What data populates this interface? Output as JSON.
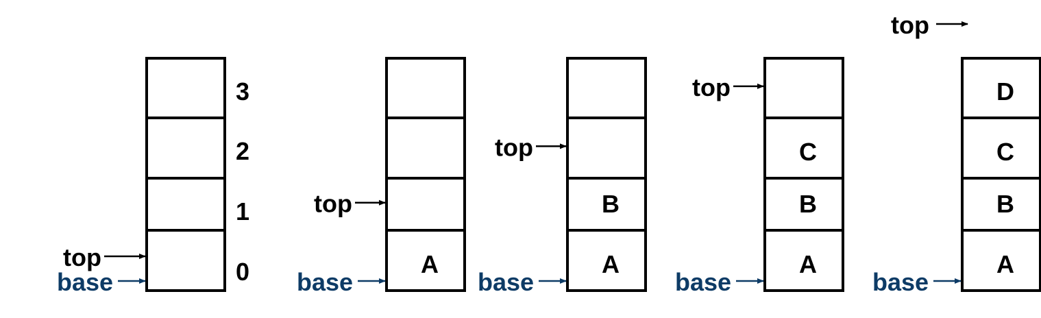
{
  "labels": {
    "top": "top",
    "base": "base"
  },
  "index_labels": [
    "3",
    "2",
    "1",
    "0"
  ],
  "colors": {
    "base_color": "#0d3b66",
    "line_color": "#000000"
  },
  "stacks": [
    {
      "cells_top_to_bottom": [
        "",
        "",
        "",
        ""
      ],
      "top_points_to_index": 0
    },
    {
      "cells_top_to_bottom": [
        "",
        "",
        "",
        "A"
      ],
      "top_points_to_index": 1
    },
    {
      "cells_top_to_bottom": [
        "",
        "",
        "B",
        "A"
      ],
      "top_points_to_index": 2
    },
    {
      "cells_top_to_bottom": [
        "",
        "C",
        "B",
        "A"
      ],
      "top_points_to_index": 3
    },
    {
      "cells_top_to_bottom": [
        "D",
        "C",
        "B",
        "A"
      ],
      "top_points_to_index": 4
    }
  ]
}
